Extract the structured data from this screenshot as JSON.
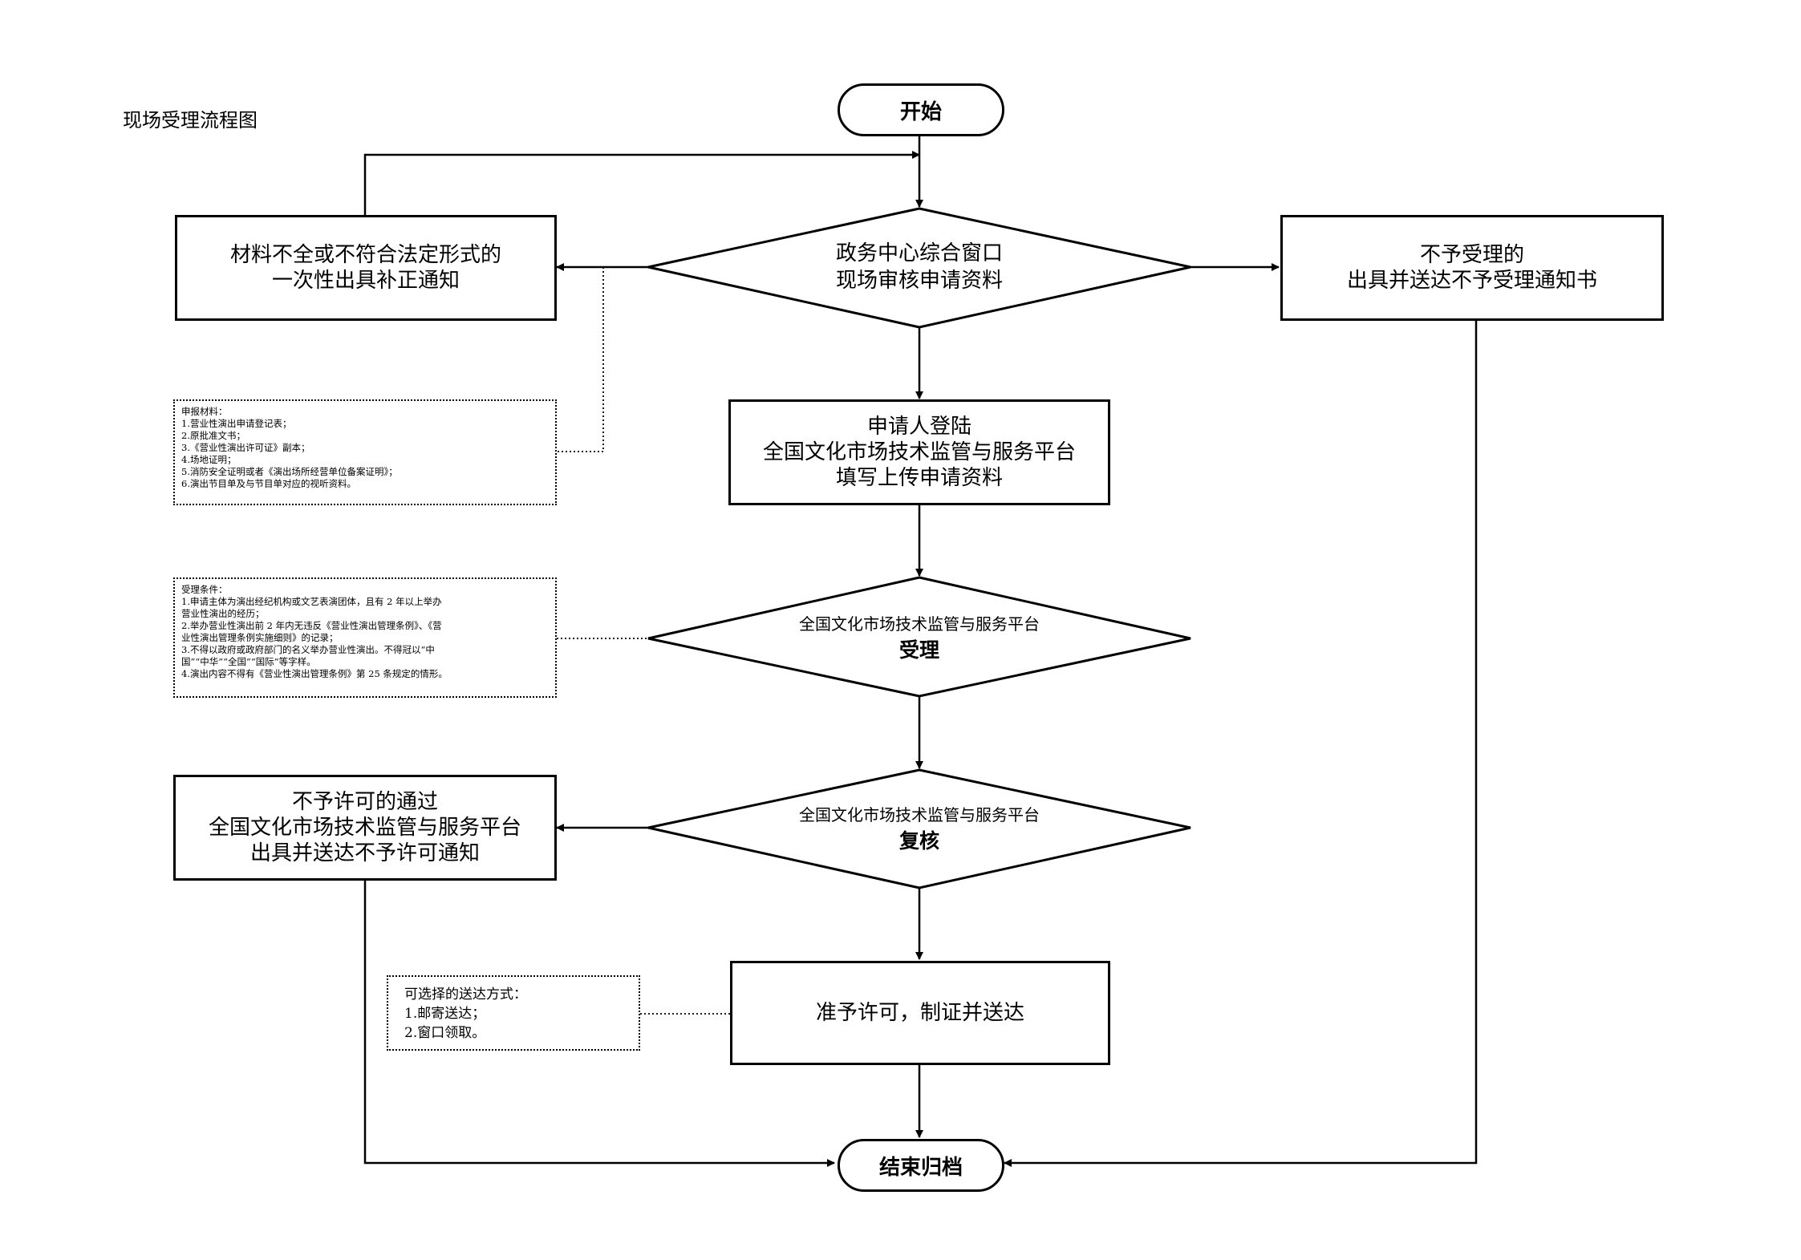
{
  "page_title": "现场受理流程图",
  "nodes": {
    "start": "开始",
    "window_review": [
      "政务中心综合窗口",
      "现场审核申请资料"
    ],
    "correction_notice": [
      "材料不全或不符合法定形式的",
      "一次性出具补正通知"
    ],
    "reject_accept": [
      "不予受理的",
      "出具并送达不予受理通知书"
    ],
    "applicant_upload": [
      "申请人登陆",
      "全国文化市场技术监管与服务平台",
      "填写上传申请资料"
    ],
    "platform_accept": {
      "line1": "全国文化市场技术监管与服务平台",
      "line2": "受理"
    },
    "platform_review": {
      "line1": "全国文化市场技术监管与服务平台",
      "line2": "复核"
    },
    "reject_permit": [
      "不予许可的通过",
      "全国文化市场技术监管与服务平台",
      "出具并送达不予许可通知"
    ],
    "grant_permit": "准予许可，制证并送达",
    "end": "结束归档"
  },
  "notes": {
    "materials": [
      "申报材料：",
      "1.营业性演出申请登记表；",
      "2.原批准文书；",
      "3.《营业性演出许可证》副本；",
      "4.场地证明；",
      "5.消防安全证明或者《演出场所经营单位备案证明》；",
      "6.演出节目单及与节目单对应的视听资料。"
    ],
    "conditions": [
      "受理条件：",
      "1.申请主体为演出经纪机构或文艺表演团体，且有 2 年以上举办",
      "营业性演出的经历；",
      "2.举办营业性演出前 2 年内无违反《营业性演出管理条例》、《营",
      "业性演出管理条例实施细则》的记录；",
      "3.不得以政府或政府部门的名义举办营业性演出。不得冠以“中",
      "国”“中华”“全国”“国际”等字样。",
      "4.演出内容不得有《营业性演出管理条例》第 25 条规定的情形。"
    ],
    "delivery": [
      "可选择的送达方式：",
      "1.邮寄送达；",
      "2.窗口领取。"
    ]
  }
}
